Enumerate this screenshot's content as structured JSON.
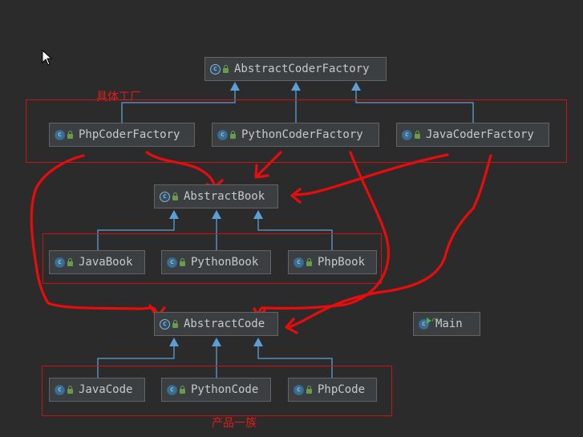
{
  "groups": {
    "factories_label": "具体工厂",
    "products_label": "产品一族"
  },
  "nodes": {
    "abstract_coder_factory": "AbstractCoderFactory",
    "php_coder_factory": "PhpCoderFactory",
    "python_coder_factory": "PythonCoderFactory",
    "java_coder_factory": "JavaCoderFactory",
    "abstract_book": "AbstractBook",
    "java_book": "JavaBook",
    "python_book": "PythonBook",
    "php_book": "PhpBook",
    "abstract_code": "AbstractCode",
    "java_code": "JavaCode",
    "python_code": "PythonCode",
    "php_code": "PhpCode",
    "main": "Main"
  },
  "icons": {
    "class_letter": "c",
    "abstract_letter": "c",
    "class_icon": "class-icon",
    "lock_icon": "lock-icon",
    "run_icon": "run-icon"
  },
  "colors": {
    "background": "#2b2b2b",
    "node_fill": "#3c3f41",
    "node_border": "#646464",
    "text": "#c8c8c8",
    "edge": "#5c9fd6",
    "annotation": "#e01d1d"
  }
}
